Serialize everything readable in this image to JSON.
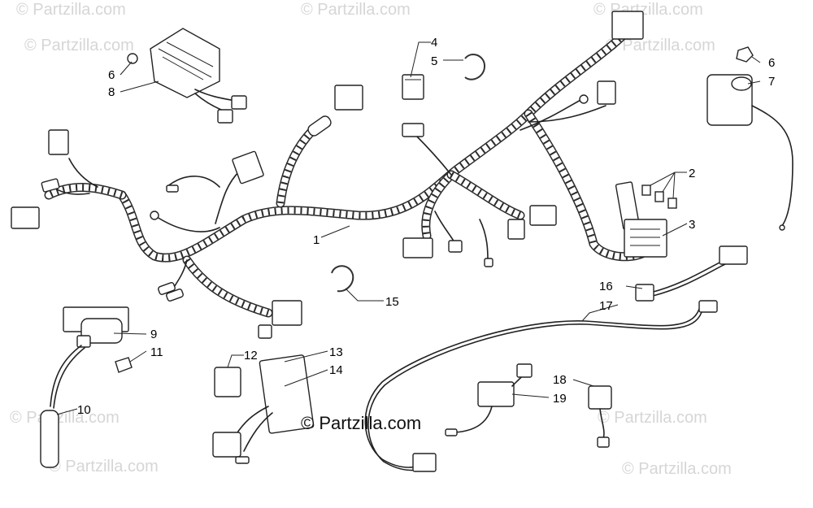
{
  "watermark": {
    "text": "© Partzilla.com",
    "main_text": "© Partzilla.com"
  },
  "callouts": [
    {
      "id": "c1",
      "label": "1"
    },
    {
      "id": "c2",
      "label": "2"
    },
    {
      "id": "c3",
      "label": "3"
    },
    {
      "id": "c4",
      "label": "4"
    },
    {
      "id": "c5",
      "label": "5"
    },
    {
      "id": "c6a",
      "label": "6"
    },
    {
      "id": "c6b",
      "label": "6"
    },
    {
      "id": "c7",
      "label": "7"
    },
    {
      "id": "c8",
      "label": "8"
    },
    {
      "id": "c9",
      "label": "9"
    },
    {
      "id": "c10",
      "label": "10"
    },
    {
      "id": "c11",
      "label": "11"
    },
    {
      "id": "c12",
      "label": "12"
    },
    {
      "id": "c13",
      "label": "13"
    },
    {
      "id": "c14",
      "label": "14"
    },
    {
      "id": "c15",
      "label": "15"
    },
    {
      "id": "c16",
      "label": "16"
    },
    {
      "id": "c17",
      "label": "17"
    },
    {
      "id": "c18",
      "label": "18"
    },
    {
      "id": "c19",
      "label": "19"
    }
  ]
}
